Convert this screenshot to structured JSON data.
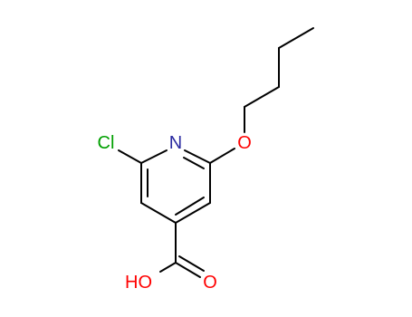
{
  "molecule": {
    "atoms": {
      "cl": {
        "text": "Cl",
        "color": "#00a000"
      },
      "n": {
        "text": "N",
        "color": "#2a2aa0"
      },
      "o_ether": {
        "text": "O",
        "color": "#ff0000"
      },
      "oh": {
        "text": "HO",
        "color": "#ff0000"
      },
      "o_carbonyl": {
        "text": "O",
        "color": "#ff0000"
      }
    }
  }
}
